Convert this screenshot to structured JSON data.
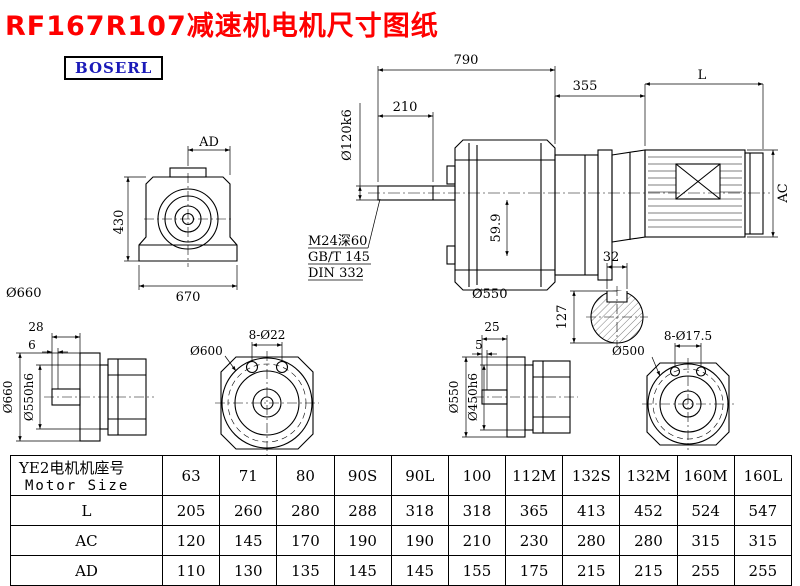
{
  "title": "RF167R107减速机电机尺寸图纸",
  "brand": "BOSERL",
  "colors": {
    "title": "#fe0000",
    "brand_text": "#1a1ab8",
    "lines": "#000000"
  },
  "drawing": {
    "front_view": {
      "ad": "AD",
      "h430": "430",
      "w670": "670",
      "d660": "Ø660"
    },
    "side_view": {
      "w790": "790",
      "w210": "210",
      "shaft": "Ø120k6",
      "thread": "M24深60",
      "std1": "GB/T 145",
      "std2": "DIN 332",
      "h599": "59.9",
      "d550": "Ø550"
    },
    "motor": {
      "w355": "355",
      "len": "L",
      "ac": "AC"
    },
    "shaft_section": {
      "key_w": "32",
      "h127": "127"
    },
    "output_view_b5_660": {
      "w28": "28",
      "w6": "6",
      "d660": "Ø660",
      "d550h6": "Ø550h6"
    },
    "flange_600": {
      "d600": "Ø600",
      "holes": "8-Ø22"
    },
    "output_view_b5_550": {
      "w25": "25",
      "w5": "5",
      "d550": "Ø550",
      "d450h6": "Ø450h6"
    },
    "flange_500": {
      "d500": "Ø500",
      "holes": "8-Ø17.5"
    }
  },
  "table": {
    "header_line1": "YE2电机机座号",
    "header_line2": "Motor Size",
    "sizes": [
      "63",
      "71",
      "80",
      "90S",
      "90L",
      "100",
      "112M",
      "132S",
      "132M",
      "160M",
      "160L"
    ],
    "rows": [
      {
        "label": "L",
        "values": [
          "205",
          "260",
          "280",
          "288",
          "318",
          "318",
          "365",
          "413",
          "452",
          "524",
          "547"
        ]
      },
      {
        "label": "AC",
        "values": [
          "120",
          "145",
          "170",
          "190",
          "190",
          "210",
          "230",
          "280",
          "280",
          "315",
          "315"
        ]
      },
      {
        "label": "AD",
        "values": [
          "110",
          "130",
          "135",
          "145",
          "145",
          "155",
          "175",
          "215",
          "215",
          "255",
          "255"
        ]
      }
    ]
  }
}
